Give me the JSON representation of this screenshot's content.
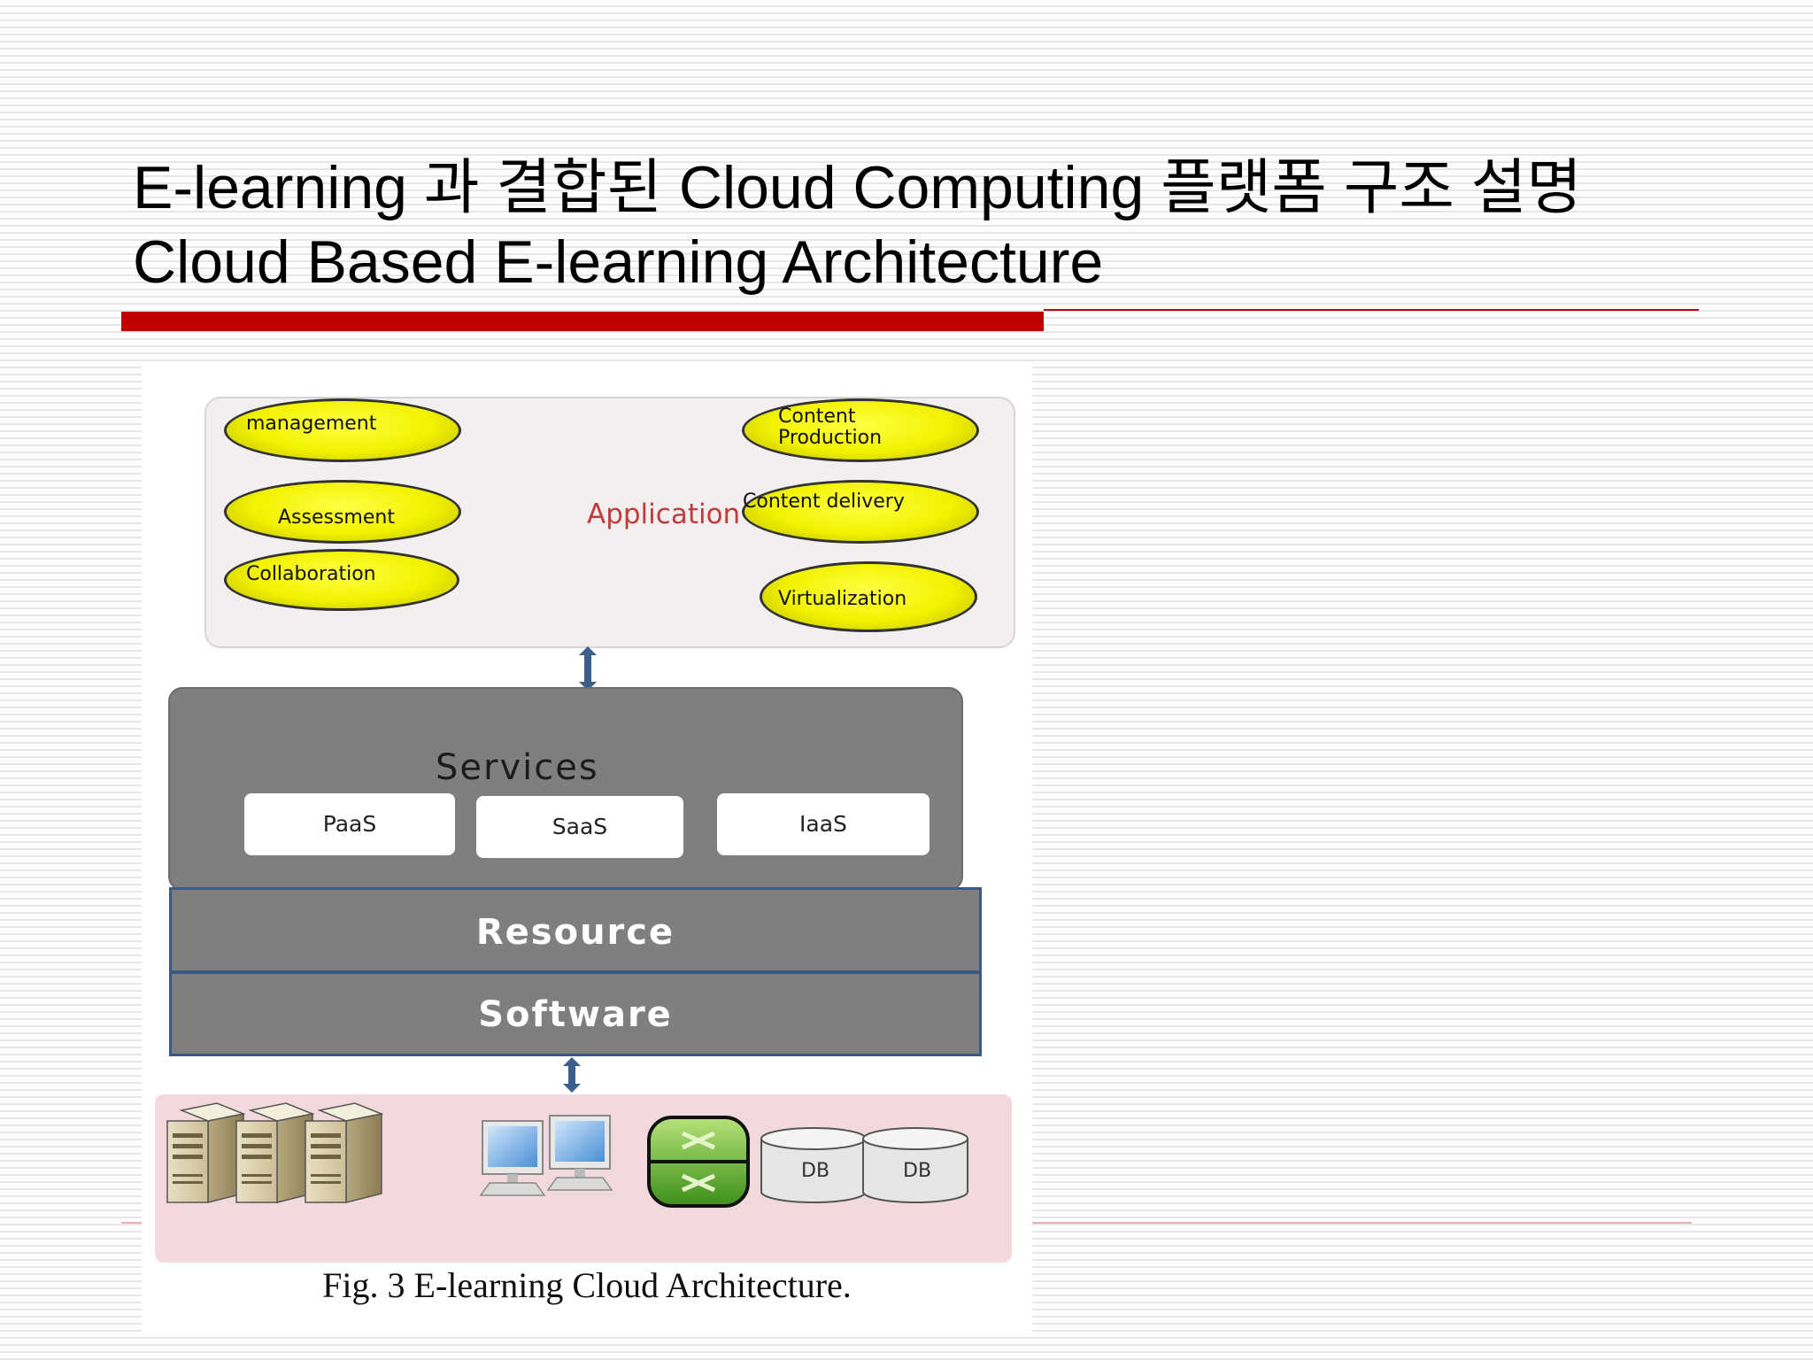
{
  "slide": {
    "title_line1": "E-learning 과 결합된  Cloud Computing  플랫폼 구조 설명",
    "title_line2": "Cloud Based E-learning Architecture",
    "accent_color": "#c00000"
  },
  "diagram": {
    "application": {
      "label": "Application",
      "modules": [
        "management",
        "Assessment",
        "Collaboration",
        "Content Production",
        "Content delivery",
        "Virtualization"
      ],
      "module_color": "#f2f200"
    },
    "services": {
      "label": "Services",
      "items": [
        "PaaS",
        "SaaS",
        "IaaS"
      ]
    },
    "layers": [
      "Resource",
      "Software"
    ],
    "hardware": {
      "db_labels": [
        "DB",
        "DB"
      ]
    },
    "caption": "Fig. 3 E-learning Cloud Architecture."
  }
}
